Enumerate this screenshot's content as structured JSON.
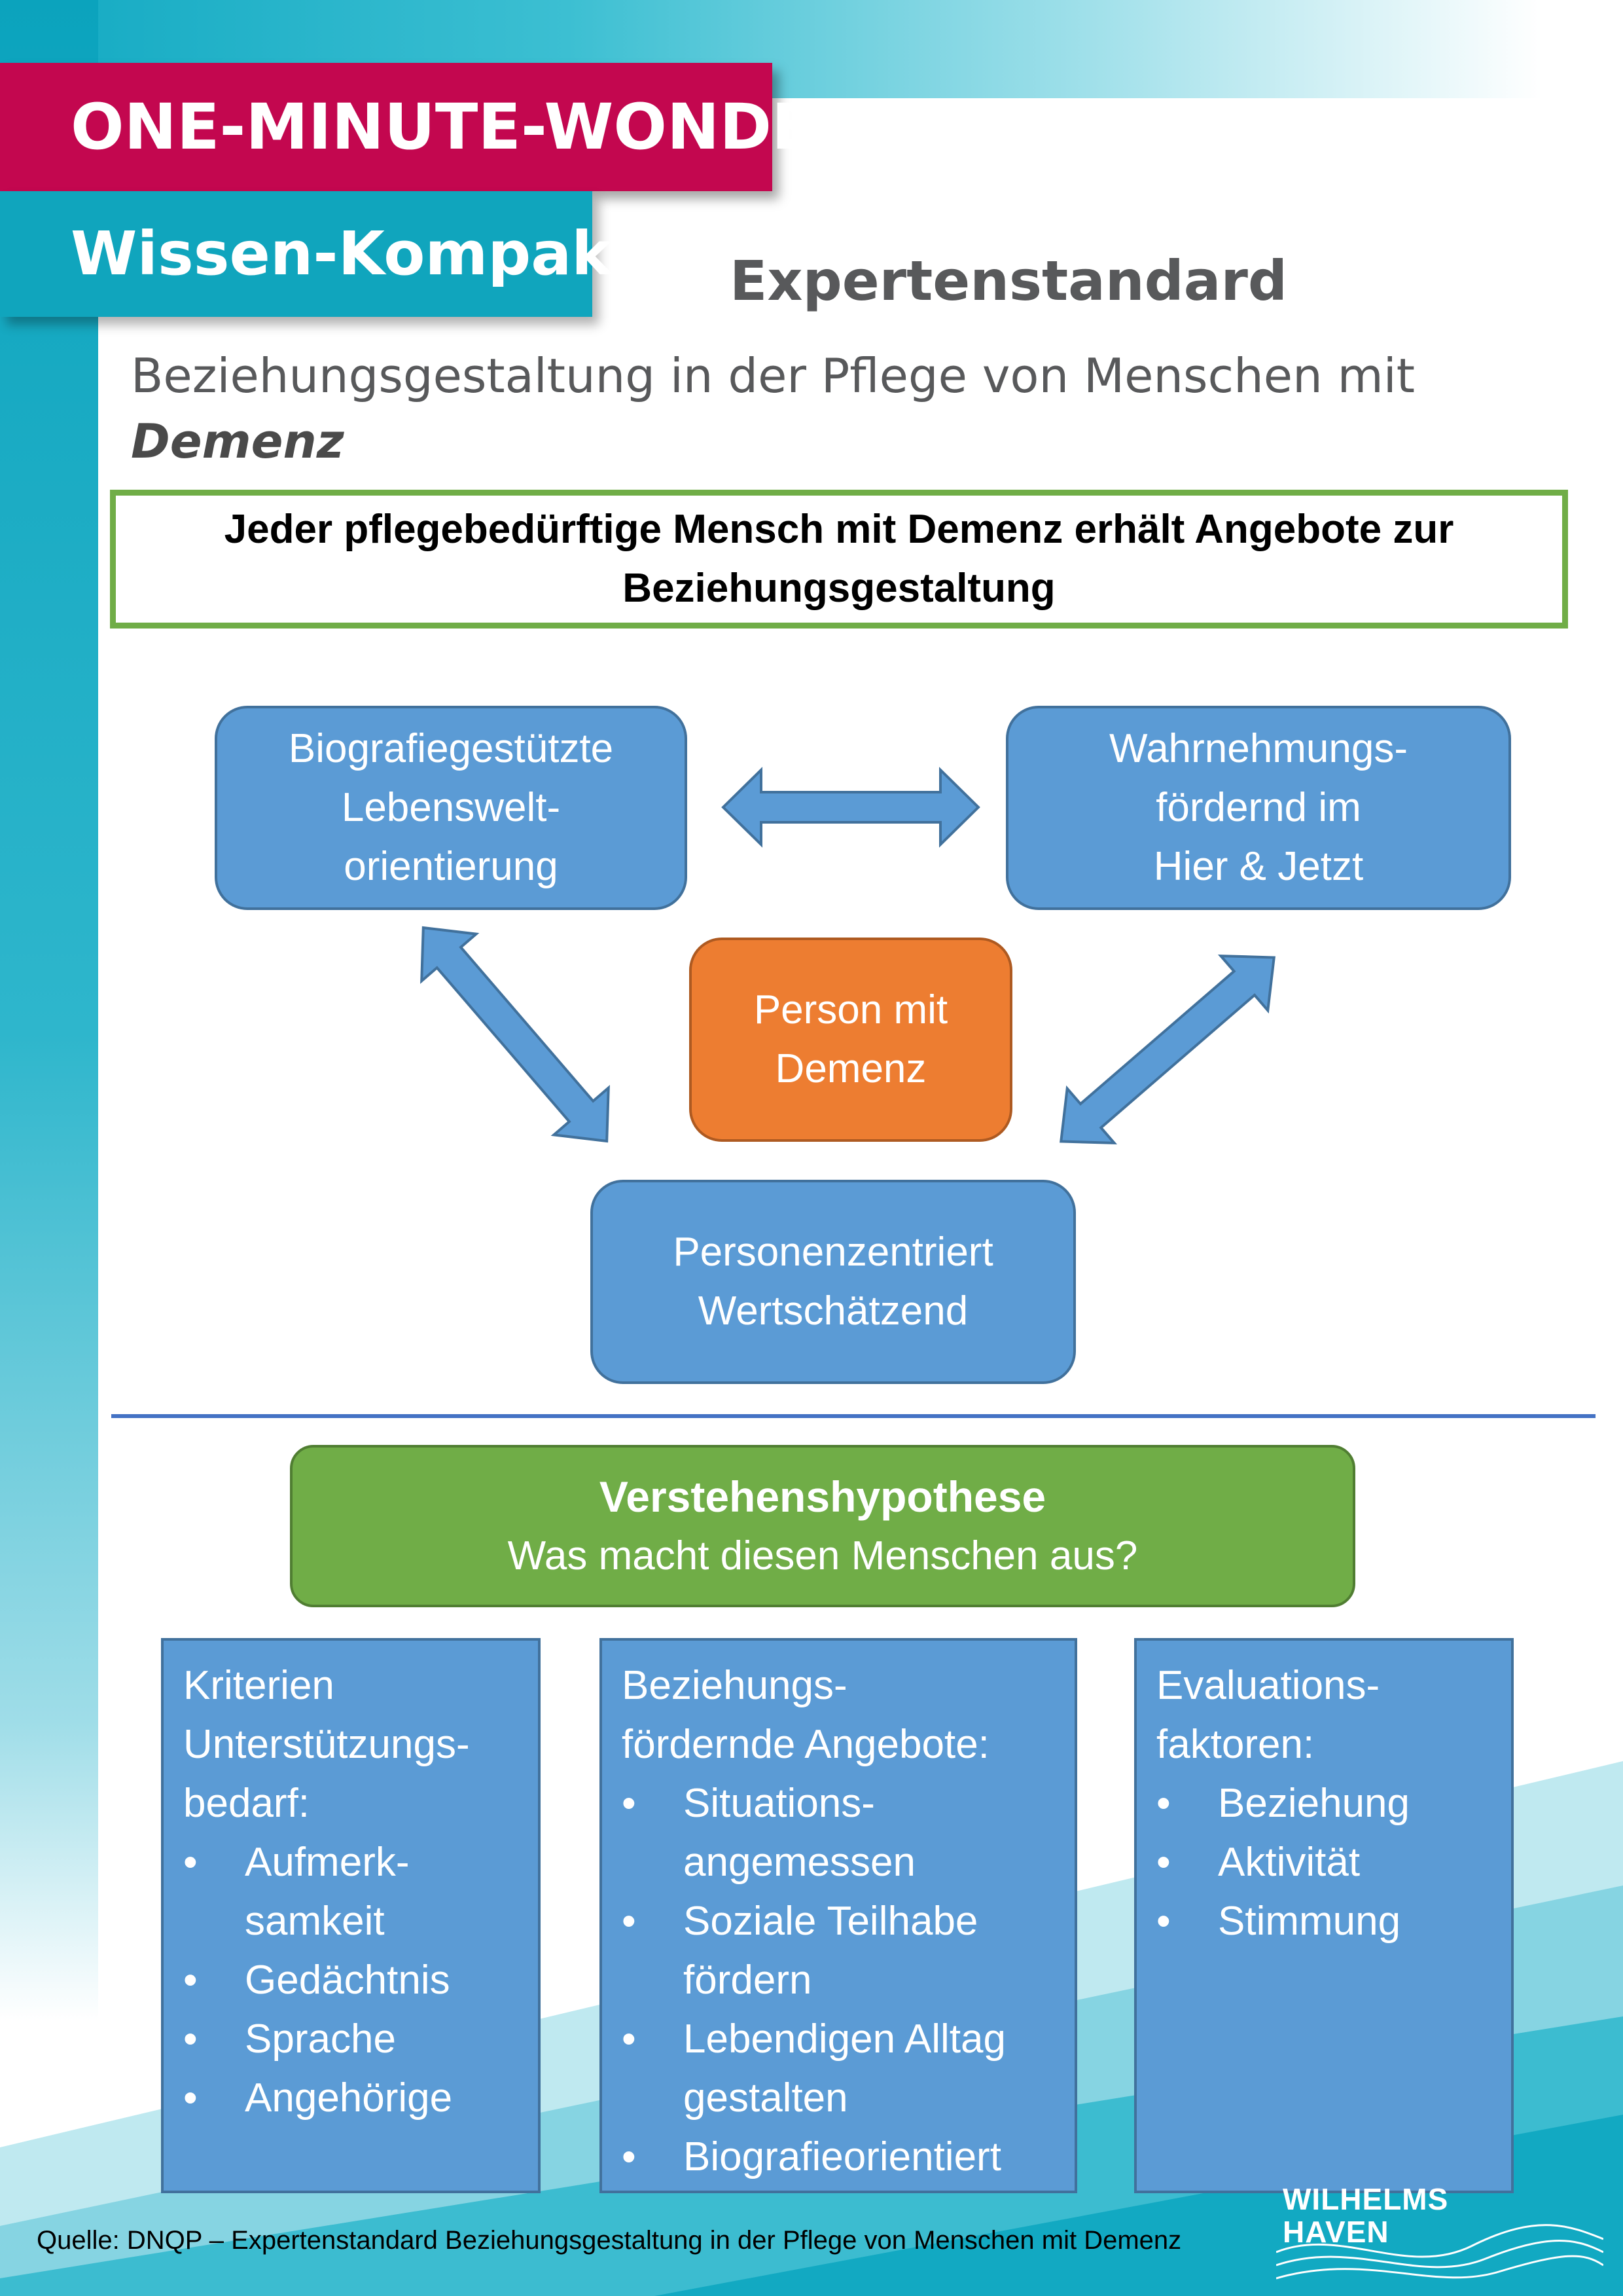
{
  "header": {
    "tag_primary": "ONE-MINUTE-WONDER",
    "tag_secondary": "Wissen-Kompakt"
  },
  "title": {
    "main": "Expertenstandard",
    "subtitle": "Beziehungsgestaltung in der Pflege von Menschen mit",
    "subtitle_emphasis": "Demenz"
  },
  "statement": {
    "lines": [
      "Jeder pflegebedürftige Mensch mit Demenz erhält Angebote zur",
      "Beziehungsgestaltung"
    ]
  },
  "diagram": {
    "top_left": [
      "Biografiegestützte",
      "Lebenswelt-",
      "orientierung"
    ],
    "top_right": [
      "Wahrnehmungs-",
      "fördernd im",
      "Hier & Jetzt"
    ],
    "center": [
      "Person mit",
      "Demenz"
    ],
    "bottom": [
      "Personenzentriert",
      "Wertschätzend"
    ]
  },
  "hypothesis": {
    "title": "Verstehenshypothese",
    "question": "Was macht diesen Menschen aus?"
  },
  "columns": [
    {
      "head": [
        "Kriterien",
        "Unterstützungs-",
        "bedarf:"
      ],
      "items": [
        [
          "Aufmerk-",
          "samkeit"
        ],
        [
          "Gedächtnis"
        ],
        [
          "Sprache"
        ],
        [
          "Angehörige"
        ]
      ]
    },
    {
      "head": [
        "Beziehungs-",
        "fördernde Angebote:"
      ],
      "items": [
        [
          "Situations-",
          "angemessen"
        ],
        [
          "Soziale Teilhabe",
          "fördern"
        ],
        [
          "Lebendigen Alltag",
          "gestalten"
        ],
        [
          "Biografieorientiert"
        ]
      ]
    },
    {
      "head": [
        "Evaluations-",
        "faktoren:"
      ],
      "items": [
        [
          "Beziehung"
        ],
        [
          "Aktivität"
        ],
        [
          "Stimmung"
        ]
      ]
    }
  ],
  "bullet_char": "•",
  "footer": {
    "source": "Quelle: DNQP – Expertenstandard Beziehungsgestaltung in der Pflege von Menschen mit Demenz",
    "logo_lines": [
      "WILHELMS",
      "HAVEN"
    ]
  },
  "colors": {
    "magenta": "#c3074f",
    "teal": "#10a5bd",
    "box_blue": "#5b9bd5",
    "box_orange": "#ed7d31",
    "box_green": "#70ad47",
    "arrow_blue": "#5b9bd5"
  }
}
